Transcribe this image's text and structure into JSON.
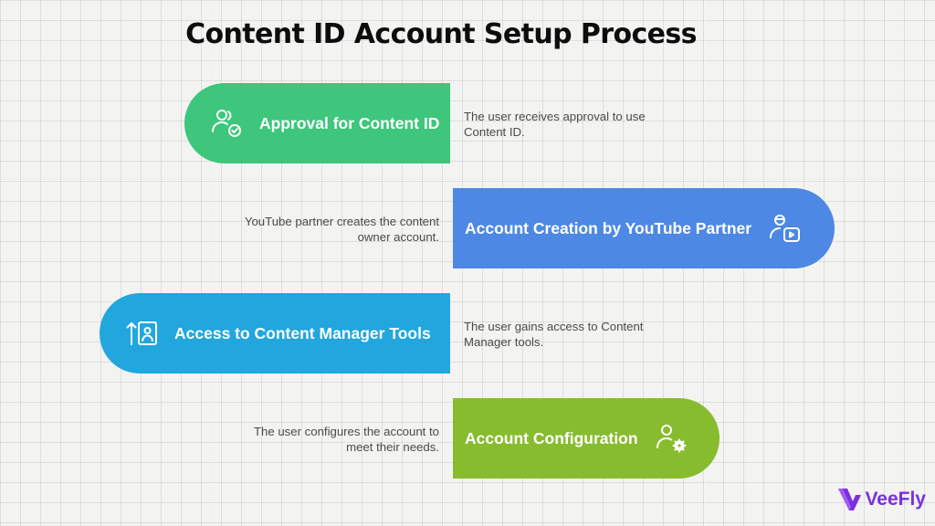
{
  "title": "Content ID Account Setup Process",
  "steps": [
    {
      "label": "Approval for Content ID",
      "description": "The user receives approval to use Content ID.",
      "icon": "users-check-icon",
      "color": "#3dc67c"
    },
    {
      "label": "Account Creation by YouTube Partner",
      "description": "YouTube partner creates the content owner account.",
      "icon": "user-video-icon",
      "color": "#4d88e4"
    },
    {
      "label": "Access to Content Manager Tools",
      "description": "The user gains access to Content Manager tools.",
      "icon": "access-upload-icon",
      "color": "#21a7de"
    },
    {
      "label": "Account Configuration",
      "description": "The user configures the account to meet their needs.",
      "icon": "user-gear-icon",
      "color": "#87bc2f"
    }
  ],
  "brand": {
    "name": "VeeFly",
    "color": "#7b2fe0"
  }
}
